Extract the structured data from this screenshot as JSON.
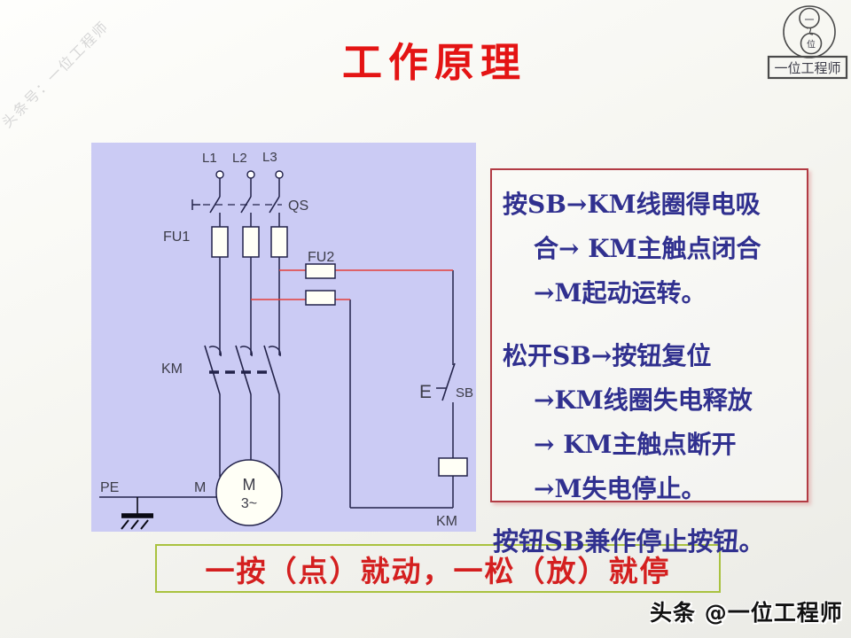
{
  "watermark": {
    "text": "头条号：一位工程师"
  },
  "title": {
    "text": "工作原理",
    "color": "#e41414"
  },
  "logo": {
    "circle_top_char": "一",
    "circle_bottom_char": "位",
    "box_label": "一位工程师"
  },
  "diagram": {
    "bg_color": "#cbcbf4",
    "wire_color": "#23234a",
    "control_wire_color": "#e4403a",
    "labels": {
      "l1": "L1",
      "l2": "L2",
      "l3": "L3",
      "qs": "QS",
      "fu1": "FU1",
      "fu2": "FU2",
      "km_main": "KM",
      "pe": "PE",
      "m_terminal": "M",
      "m_inside": "M",
      "phase": "3~",
      "e_actuator": "E",
      "sb": "SB",
      "km_coil": "KM"
    }
  },
  "explanation": {
    "border_color": "#b23b44",
    "text_color": "#30308f",
    "para1": [
      "按SB→KM线圈得电吸",
      "合→ KM主触点闭合",
      "→M起动运转。"
    ],
    "para2": [
      "松开SB→按钮复位",
      "→KM线圈失电释放",
      "→ KM主触点断开",
      "→M失电停止。"
    ],
    "note": "按钮SB兼作停止按钮。"
  },
  "banner": {
    "text": "一按（点）就动，一松（放）就停",
    "border_color": "#a9c23f",
    "text_color": "#d41f1f"
  },
  "footer": {
    "text": "头条 @一位工程师"
  }
}
